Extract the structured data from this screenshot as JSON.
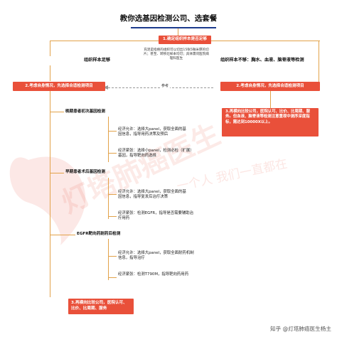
{
  "title": "教你选基因检测公司、选套餐",
  "step1": "1.确定组织样本是否足够",
  "left_branch": "组织样本足够",
  "right_branch": "组织样本不够：胸水、血液、脑脊液等检测",
  "middle_note": "充足是指癌的组织可以切出15张5微米厚的切片；甚至、转移灶样本均可；具体需问医院病理科医生",
  "ref_label": "参考",
  "step2_left": "2.考虑自身情况，先选择合适检测项目",
  "step2_right": "2.考虑自身情况，先选择合适检测项目",
  "step3_right": "3.再横向比较公司，医院认可、比价、比周期、服务。但血液、脑脊液等检测注意重视中测序深度指标，需达到10000X以上。",
  "items": {
    "late_first": "晚期患者初次基因检测",
    "late_rich": "经济允许：选择大panel，获取全面的基因信息，指导用药决策及预后",
    "late_tight": "经济紧张：选择小panel，检测必检（扩展）基因，指导靶向药选择",
    "early_post": "早期患者术后基因检测",
    "early_rich": "经济允许：选择大panel，获取全面的基因信息，指导复发后治疗决策",
    "early_tight": "经济紧张：检测EGFR，指导是否需要辅助治疗用药",
    "egfr_resist": "EGFR靶向药耐药后检测",
    "egfr_rich": "经济允许：选择大panel，获取全面耐药机制信息，指导治疗",
    "egfr_tight": "经济紧张：检测T790M，指导靶向药用药"
  },
  "step3_bottom": "3.再横向比较公司，医院认可、比价、比周期、服务",
  "watermark_main": "灯塔肺癌医生",
  "watermark_sub": "一个人 我们一直都在",
  "footer": "知乎 @灯塔肺癌医生杨主",
  "colors": {
    "accent": "#e9503a",
    "line": "#e2a24a",
    "title_underline": "#1b3a8c"
  }
}
